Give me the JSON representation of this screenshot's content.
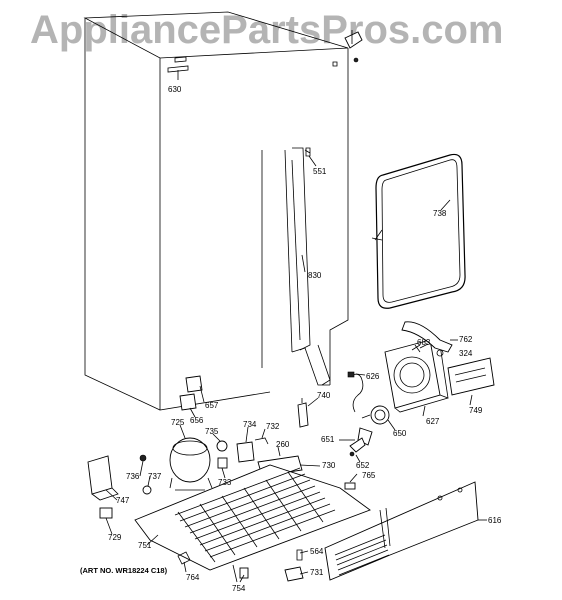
{
  "watermark": "AppliancePartsPros.com",
  "art_note": "(ART NO. WR18224 C18)",
  "callouts": {
    "c630": "630",
    "c551": "551",
    "c830": "830",
    "c738": "738",
    "c762": "762",
    "c683": "683",
    "c324": "324",
    "c626": "626",
    "c627": "627",
    "c749": "749",
    "c650": "650",
    "c651": "651",
    "c652": "652",
    "c740": "740",
    "c657": "657",
    "c656": "656",
    "c734": "734",
    "c732": "732",
    "c260": "260",
    "c725": "725",
    "c735": "735",
    "c733": "733",
    "c730": "730",
    "c765": "765",
    "c736": "736",
    "c737": "737",
    "c747": "747",
    "c729": "729",
    "c751": "751",
    "c616": "616",
    "c564": "564",
    "c731": "731",
    "c764": "764",
    "c754": "754"
  }
}
